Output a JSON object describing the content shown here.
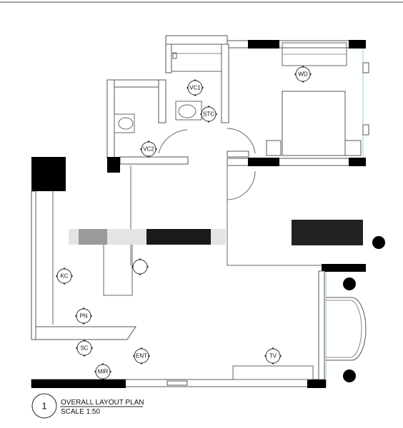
{
  "drawing": {
    "number": "1",
    "title": "OVERALL LAYOUT PLAN",
    "scale": "SCALE 1:50"
  },
  "tags": {
    "wd": "WD",
    "vc1": "VC1",
    "stc": "STC",
    "vc2": "VC2",
    "kc": "KC",
    "pn": "PN",
    "sc": "SC",
    "ent": "ENT",
    "mir": "MIR",
    "tv": "TV",
    "unlabeled": ""
  }
}
